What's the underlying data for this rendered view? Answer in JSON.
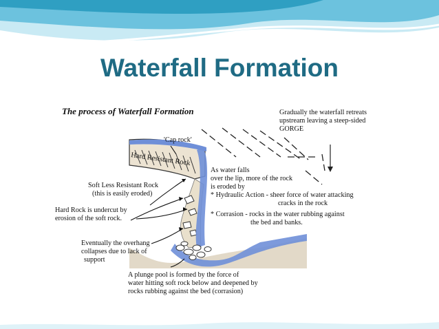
{
  "slide": {
    "title": "Waterfall Formation",
    "colors": {
      "title": "#1f6b84",
      "wave_dark": "#2f9fc2",
      "wave_light": "#a9dcec",
      "water": "#6f8fd8",
      "rock": "#d6c9b0"
    }
  },
  "diagram": {
    "heading": "The process of Waterfall Formation",
    "labels": {
      "gorge": [
        "Gradually the waterfall retreats",
        "upstream leaving a steep-sided",
        "GORGE"
      ],
      "cap_rock": "'Cap rock'",
      "hard_resistant_rock": "Hard Resistant Rock",
      "water_falls": [
        "As water falls",
        "over the lip, more of the rock",
        "is eroded by"
      ],
      "hydraulic": [
        "* Hydraulic Action - sheer force of water attacking",
        "cracks in the rock"
      ],
      "corrasion": [
        "* Corrasion - rocks in the water rubbing against",
        "the bed and banks."
      ],
      "soft_rock": [
        "Soft Less Resistant Rock",
        "(this is easily eroded)"
      ],
      "undercut": [
        "Hard Rock is undercut by",
        "erosion of the soft rock."
      ],
      "overhang": [
        "Eventually the overhang",
        "collapses due to lack of",
        "support"
      ],
      "plunge_pool": [
        "A plunge pool is formed by the force of",
        "water hitting soft rock below and deepened by",
        "rocks rubbing against the bed (corrasion)"
      ]
    }
  }
}
